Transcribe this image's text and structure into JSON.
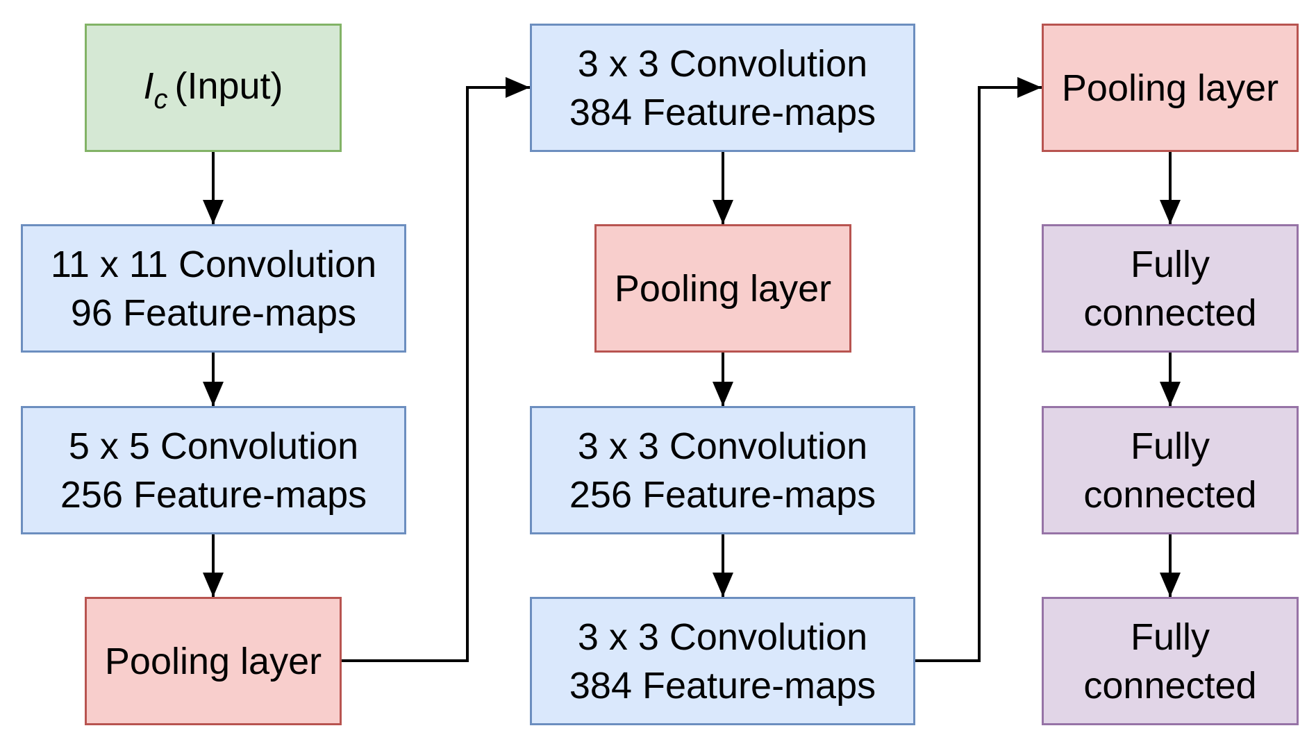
{
  "nodes": {
    "input": {
      "symbol": "I",
      "subscript": "c",
      "label": "(Input)"
    },
    "conv1": {
      "line1": "11 x 11 Convolution",
      "line2": "96 Feature-maps"
    },
    "conv2": {
      "line1": "5 x 5 Convolution",
      "line2": "256 Feature-maps"
    },
    "pool1": {
      "label": "Pooling layer"
    },
    "conv3": {
      "line1": "3 x 3 Convolution",
      "line2": "384 Feature-maps"
    },
    "pool2": {
      "label": "Pooling layer"
    },
    "conv4": {
      "line1": "3 x 3 Convolution",
      "line2": "256 Feature-maps"
    },
    "conv5": {
      "line1": "3 x 3 Convolution",
      "line2": "384 Feature-maps"
    },
    "pool3": {
      "label": "Pooling layer"
    },
    "fc1": {
      "line1": "Fully",
      "line2": "connected"
    },
    "fc2": {
      "line1": "Fully",
      "line2": "connected"
    },
    "fc3": {
      "line1": "Fully",
      "line2": "connected"
    }
  },
  "colors": {
    "input_fill": "#d5e8d4",
    "input_border": "#82b366",
    "conv_fill": "#dae8fc",
    "conv_border": "#6c8ebf",
    "pool_fill": "#f8cecc",
    "pool_border": "#b85450",
    "fc_fill": "#e1d5e7",
    "fc_border": "#9673a6",
    "edge": "#000000"
  },
  "edges": [
    [
      "input",
      "conv1"
    ],
    [
      "conv1",
      "conv2"
    ],
    [
      "conv2",
      "pool1"
    ],
    [
      "pool1",
      "conv3"
    ],
    [
      "conv3",
      "pool2"
    ],
    [
      "pool2",
      "conv4"
    ],
    [
      "conv4",
      "conv5"
    ],
    [
      "conv5",
      "pool3"
    ],
    [
      "pool3",
      "fc1"
    ],
    [
      "fc1",
      "fc2"
    ],
    [
      "fc2",
      "fc3"
    ]
  ]
}
